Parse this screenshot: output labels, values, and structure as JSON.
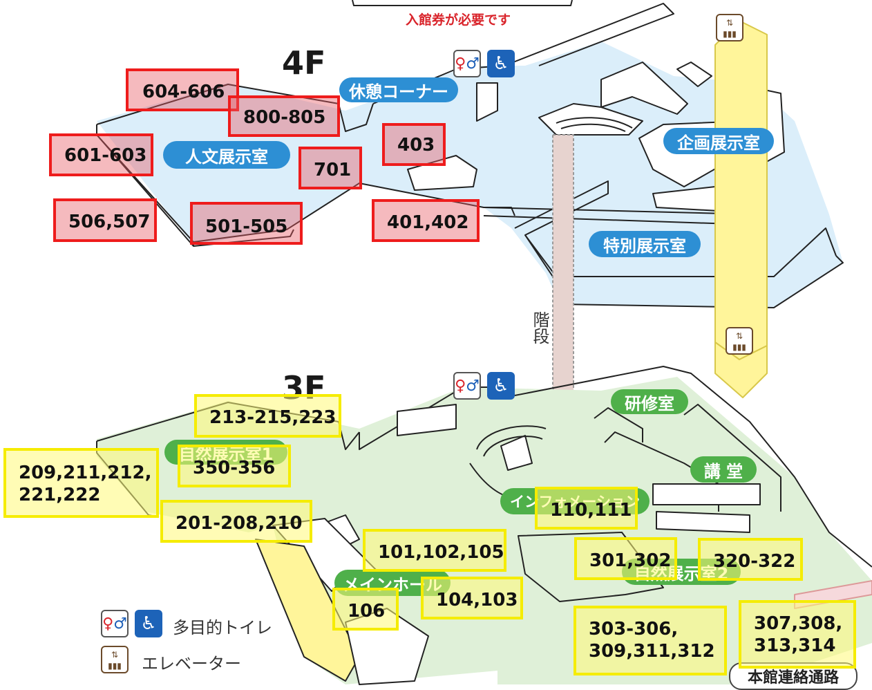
{
  "notice": "入館券が必要です",
  "floors": {
    "upper": "4F",
    "lower": "3F"
  },
  "stairs_label": "階段",
  "rooms_4f": {
    "humanities": "人文展示室",
    "lounge": "休憩コーナー",
    "planning": "企画展示室",
    "special": "特別展示室"
  },
  "rooms_3f": {
    "nature1": "自然展示室1",
    "training": "研修室",
    "auditorium": "講 堂",
    "information": "インフォメーション",
    "main_hall": "メインホール",
    "nature2": "自然展示室2"
  },
  "connector": "本館連絡通路",
  "legend": {
    "toilet": "多目的トイレ",
    "elevator": "エレベーター"
  },
  "icons": [
    "toilet-icon",
    "wheelchair-icon",
    "elevator-icon"
  ],
  "colors": {
    "red_box": "#ee1c1c",
    "yellow_box": "#f5ec00",
    "pill_blue": "#2d8fd4",
    "pill_green": "#4fb04a",
    "floor4": "#dbeefa",
    "floor3": "#dff0d8",
    "elevator_shaft": "#fff59a"
  },
  "red_labels": [
    {
      "id": "r1",
      "text": "604-606"
    },
    {
      "id": "r2",
      "text": "800-805"
    },
    {
      "id": "r3",
      "text": "601-603"
    },
    {
      "id": "r4",
      "text": "403"
    },
    {
      "id": "r5",
      "text": "701"
    },
    {
      "id": "r6",
      "text": "506,507"
    },
    {
      "id": "r7",
      "text": "501-505"
    },
    {
      "id": "r8",
      "text": "401,402"
    }
  ],
  "yellow_labels": [
    {
      "id": "y1",
      "text": "213-215,223"
    },
    {
      "id": "y2",
      "text": "209,211,212,\n221,222"
    },
    {
      "id": "y3",
      "text": "350-356"
    },
    {
      "id": "y4",
      "text": "201-208,210"
    },
    {
      "id": "y5",
      "text": "110,111"
    },
    {
      "id": "y6",
      "text": "101,102,105"
    },
    {
      "id": "y7",
      "text": "301,302"
    },
    {
      "id": "y8",
      "text": "320-322"
    },
    {
      "id": "y9",
      "text": "104,103"
    },
    {
      "id": "y10",
      "text": "106"
    },
    {
      "id": "y11",
      "text": "303-306,\n309,311,312"
    },
    {
      "id": "y12",
      "text": "307,308,\n313,314"
    }
  ]
}
